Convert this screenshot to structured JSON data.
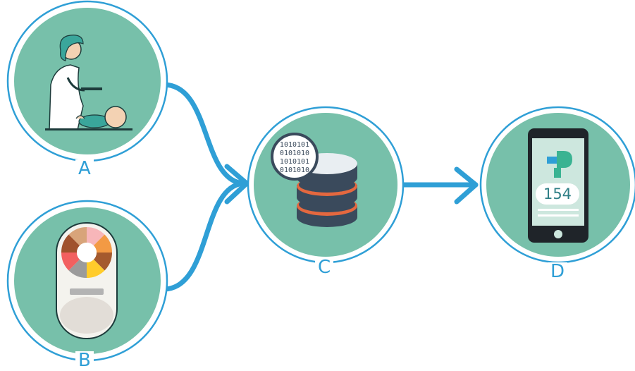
{
  "diagram": {
    "nodes": [
      {
        "id": "A",
        "label": "A",
        "depicts": "nurse-with-baby"
      },
      {
        "id": "B",
        "label": "B",
        "depicts": "color-chart-device"
      },
      {
        "id": "C",
        "label": "C",
        "depicts": "database-binary"
      },
      {
        "id": "D",
        "label": "D",
        "depicts": "smartphone-app"
      }
    ],
    "edges": [
      {
        "from": "A",
        "to": "C"
      },
      {
        "from": "B",
        "to": "C"
      },
      {
        "from": "C",
        "to": "D"
      }
    ],
    "phone": {
      "value": "154"
    },
    "binary_text": [
      "1010101",
      "0101010",
      "1010101",
      "0101010"
    ],
    "colors": {
      "circle_fill": "#77c0aa",
      "circle_ring": "#2f9fd6",
      "arrow": "#2f9fd6",
      "label": "#2f9fd6",
      "db_dark": "#3a4a5c",
      "db_orange": "#e4683f",
      "phone_body": "#1f2429",
      "phone_screen": "#cde7de",
      "logo_blue": "#2f9fd6",
      "logo_green": "#3ab392"
    },
    "palette_segments": [
      "#f7b6b9",
      "#f39a44",
      "#a45a2e",
      "#ffcc2b",
      "#9b9b9b",
      "#f26060",
      "#a0522d",
      "#d8a47a"
    ]
  }
}
